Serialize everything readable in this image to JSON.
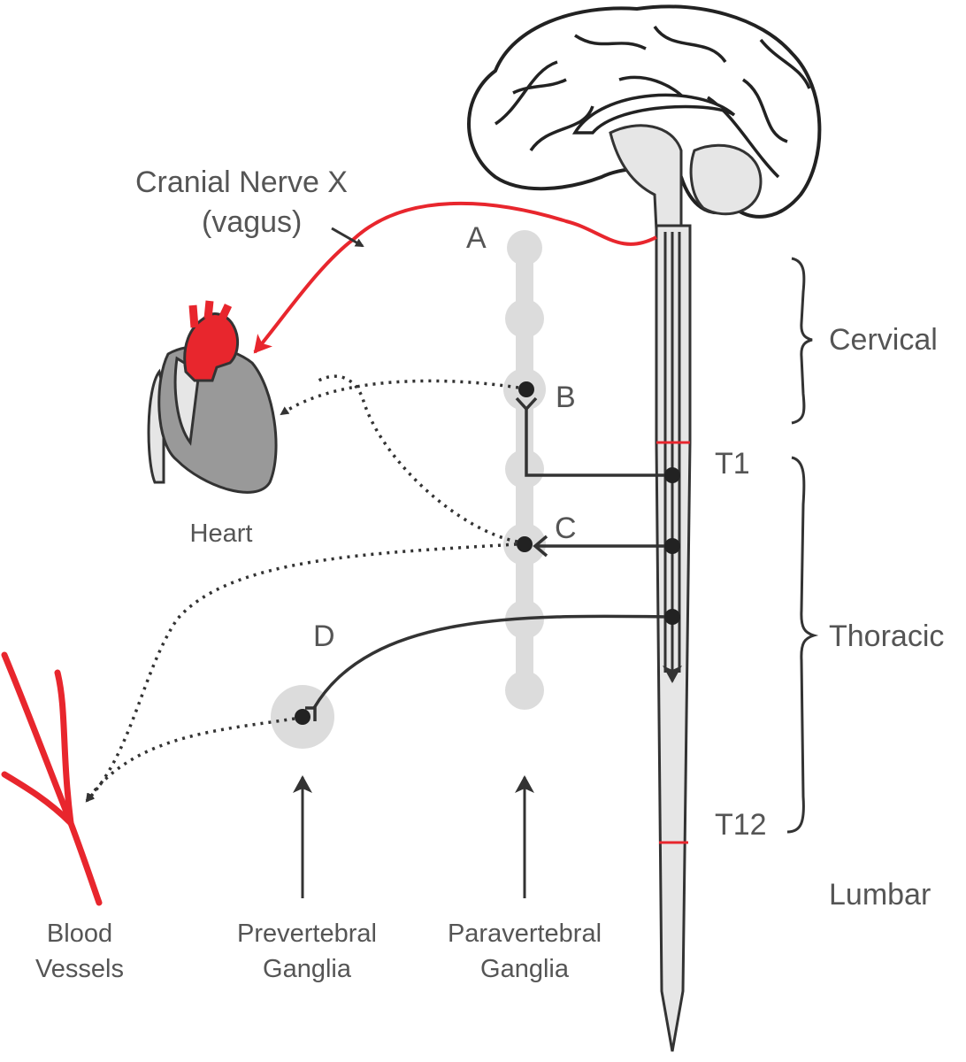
{
  "labels": {
    "cranial_nerve": "Cranial Nerve X",
    "vagus": "(vagus)",
    "a": "A",
    "b": "B",
    "c": "C",
    "d": "D",
    "heart": "Heart",
    "cervical": "Cervical",
    "t1": "T1",
    "thoracic": "Thoracic",
    "t12": "T12",
    "lumbar": "Lumbar",
    "blood_vessels": [
      "Blood",
      "Vessels"
    ],
    "prevertebral": [
      "Prevertebral",
      "Ganglia"
    ],
    "paravertebral": [
      "Paravertebral",
      "Ganglia"
    ]
  },
  "colors": {
    "parasympathetic": "#e8262d",
    "sympathetic": "#333333",
    "tissue": "#e6e6e6",
    "text": "#555555"
  }
}
